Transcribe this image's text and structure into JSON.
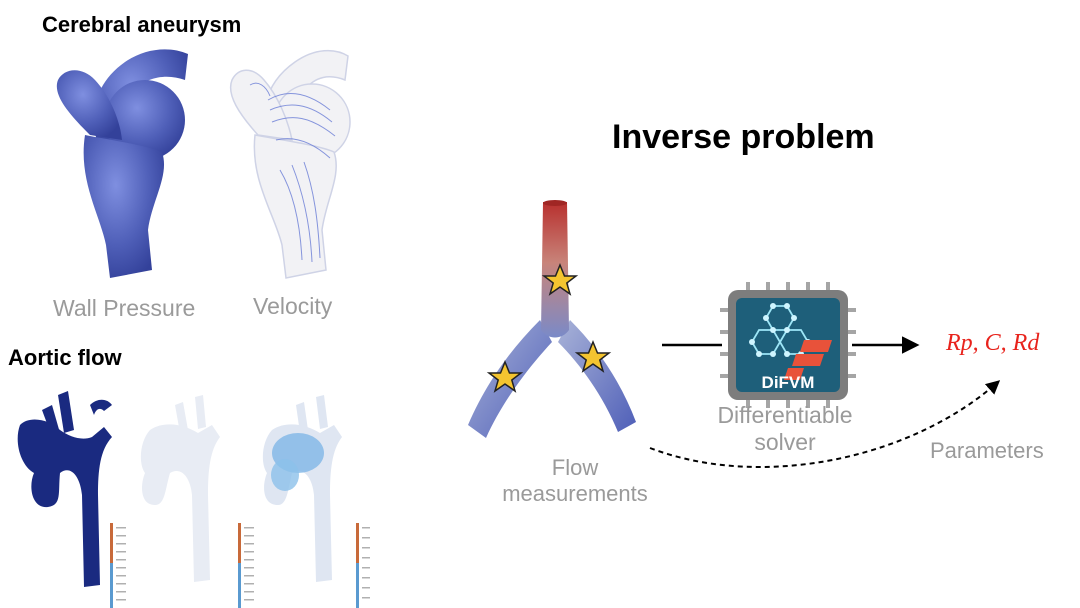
{
  "left": {
    "aneurysm_title": "Cerebral aneurysm",
    "wall_pressure_label": "Wall Pressure",
    "velocity_label": "Velocity",
    "aortic_title": "Aortic flow"
  },
  "right": {
    "title": "Inverse problem",
    "flow_label_line1": "Flow",
    "flow_label_line2": "measurements",
    "solver_badge": "DiFVM",
    "solver_label_line1": "Differentiable",
    "solver_label_line2": "solver",
    "output_params": "Rp, C, Rd",
    "parameters_label": "Parameters"
  },
  "colors": {
    "vessel_blue": "#4f5fb8",
    "aorta_navy": "#1a2a80",
    "accent_red": "#e8231c",
    "chip_teal": "#1e5f7a",
    "star_yellow": "#f4c430",
    "label_grey": "#9a9a9a"
  }
}
